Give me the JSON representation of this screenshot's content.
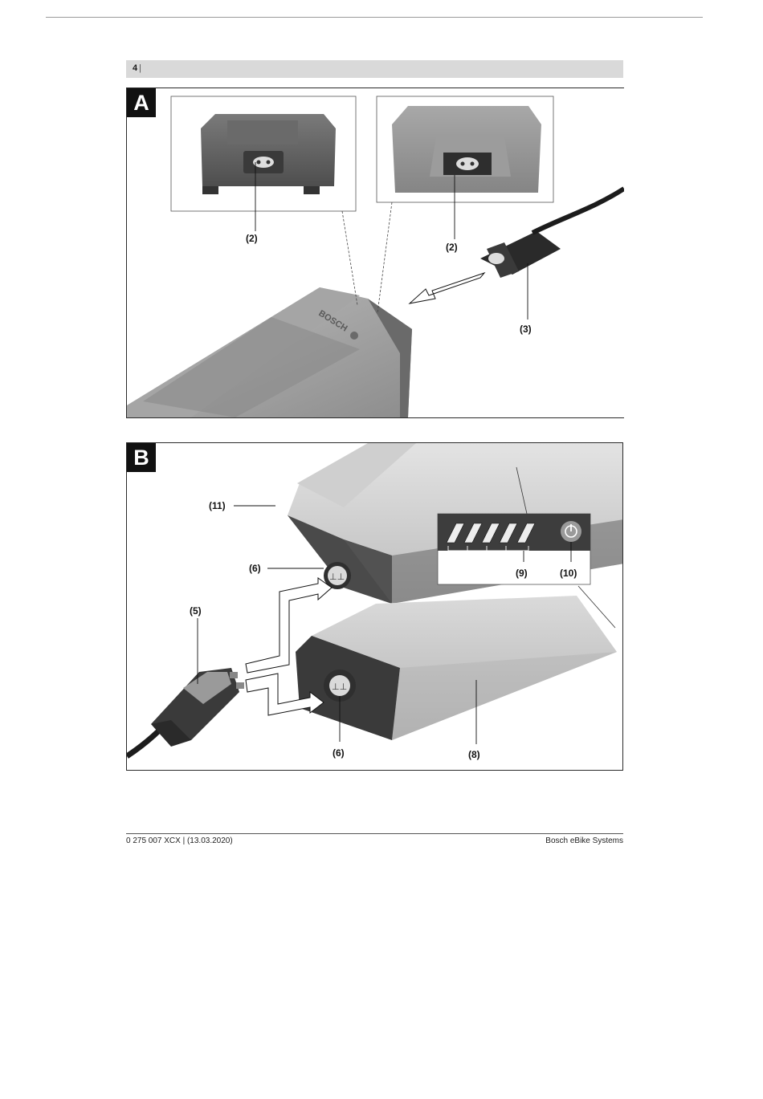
{
  "header": {
    "page_number": "4",
    "separator": "|"
  },
  "figure_a": {
    "letter": "A",
    "callouts": {
      "charger_socket_left": "(2)",
      "charger_socket_right": "(2)",
      "power_cable": "(3)"
    },
    "brand_logo": "BOSCH"
  },
  "figure_b": {
    "letter": "B",
    "callouts": {
      "battery_top": "(11)",
      "charging_socket_top": "(6)",
      "charger_plug": "(5)",
      "charge_indicator": "(9)",
      "on_off_button": "(10)",
      "charging_socket_bottom": "(6)",
      "battery_bottom": "(8)"
    },
    "icons": {
      "power": "power-icon"
    }
  },
  "footer": {
    "doc_id": "0 275 007 XCX | (13.03.2020)",
    "company": "Bosch eBike Systems"
  }
}
